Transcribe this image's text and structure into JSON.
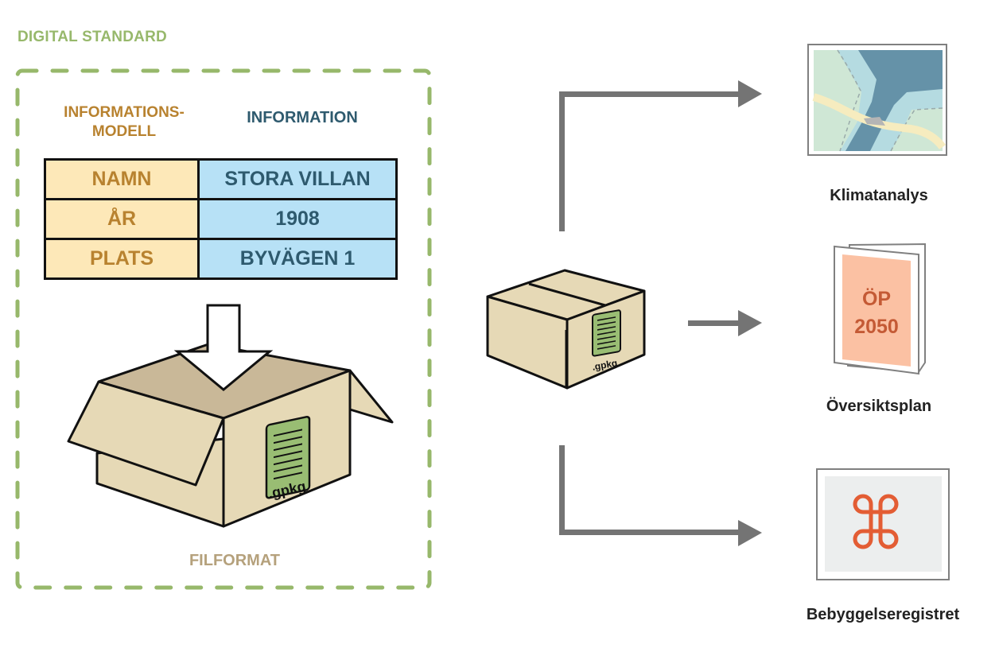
{
  "standard": {
    "title": "DIGITAL STANDARD",
    "colors": {
      "dash": "#97b86b",
      "model": "#b8822f",
      "info": "#2e5a6e",
      "file": "#b5a17c"
    }
  },
  "table": {
    "header_model": "INFORMATIONS-\nMODELL",
    "header_info": "INFORMATION",
    "rows": [
      {
        "key": "NAMN",
        "value": "STORA VILLAN"
      },
      {
        "key": "ÅR",
        "value": "1908"
      },
      {
        "key": "PLATS",
        "value": "BYVÄGEN 1"
      }
    ]
  },
  "file_format": {
    "label": "FILFORMAT",
    "open_box_file_label": ".gpkg",
    "closed_box_file_label": ".gpkg"
  },
  "outputs": [
    {
      "label": "Klimatanalys",
      "icon": "map-icon"
    },
    {
      "label": "Översiktsplan",
      "icon": "brochure-icon",
      "cover_line1": "ÖP",
      "cover_line2": "2050"
    },
    {
      "label": "Bebyggelseregistret",
      "icon": "registry-logo-icon"
    }
  ]
}
